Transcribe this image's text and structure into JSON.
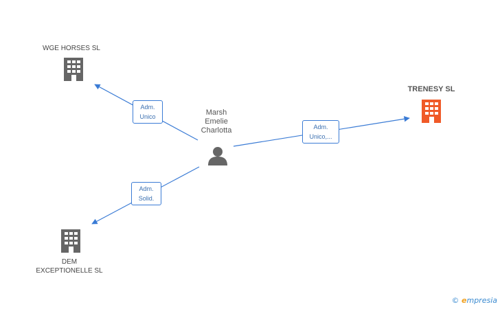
{
  "center": {
    "name_lines": [
      "Marsh",
      "Emelie",
      "Charlotta"
    ],
    "icon": "person-icon"
  },
  "companies": {
    "wge": {
      "name": "WGE HORSES SL",
      "icon": "building-icon",
      "color": "#666666"
    },
    "trenesy": {
      "name": "TRENESY SL",
      "icon": "building-icon",
      "color": "#f05a28"
    },
    "dem": {
      "name_lines": [
        "DEM",
        "EXCEPTIONELLE SL"
      ],
      "icon": "building-icon",
      "color": "#666666"
    }
  },
  "edges": {
    "wge": {
      "lines": [
        "Adm.",
        "Unico"
      ]
    },
    "trenesy": {
      "lines": [
        "Adm.",
        "Unico,..."
      ]
    },
    "dem": {
      "lines": [
        "Adm.",
        "Solid."
      ]
    }
  },
  "colors": {
    "edge": "#3a7bd5"
  },
  "watermark": {
    "copyright": "©",
    "brand_first": "e",
    "brand_rest": "mpresia"
  }
}
